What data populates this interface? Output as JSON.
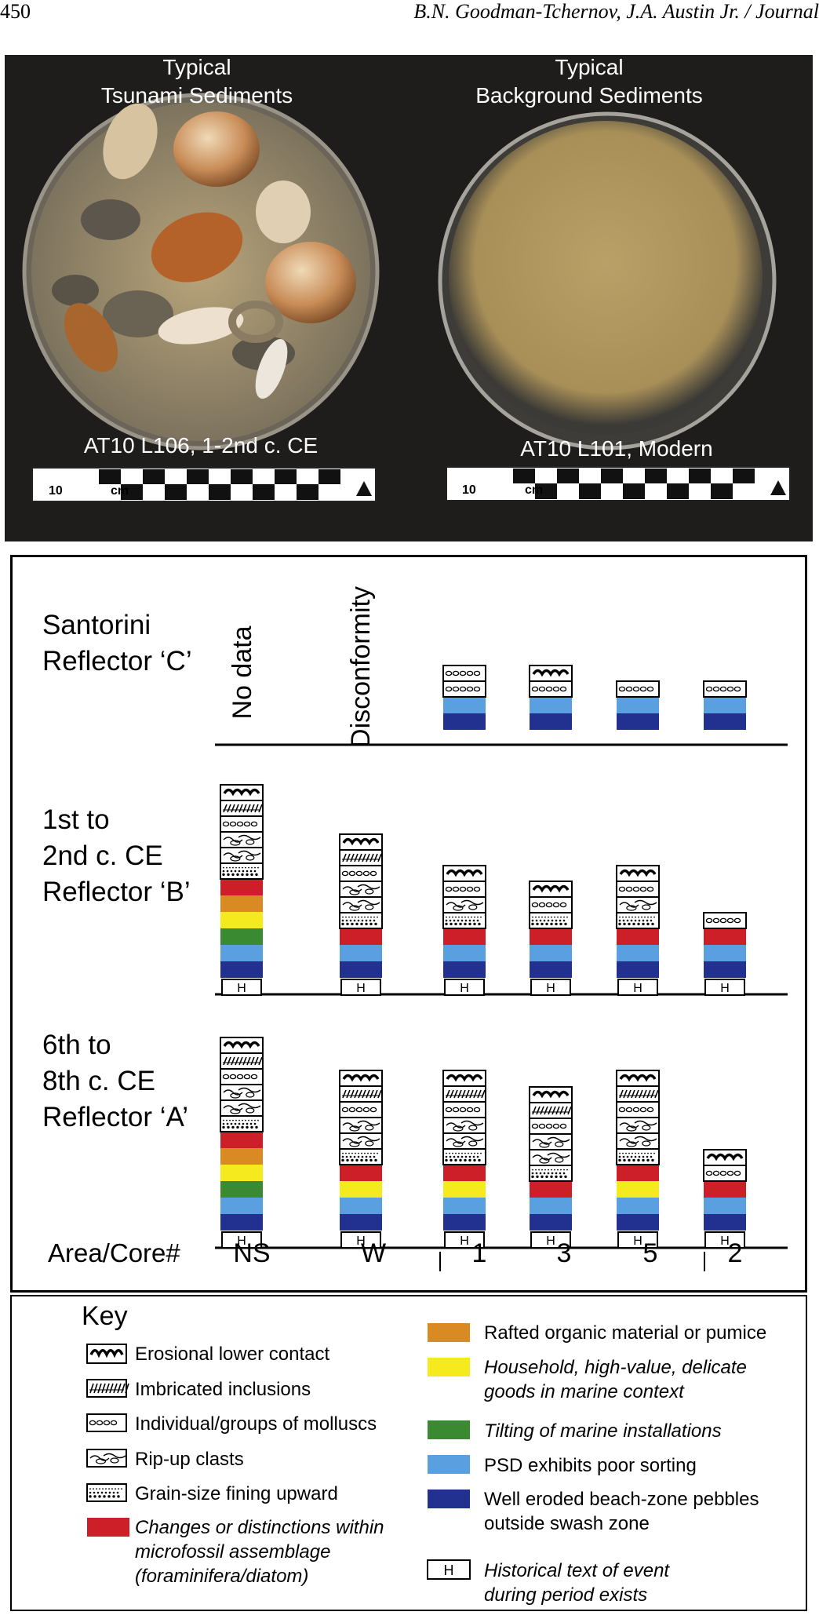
{
  "header": {
    "page_number": "450",
    "authors": "B.N. Goodman-Tchernov, J.A. Austin Jr. / Journal"
  },
  "photo_panel": {
    "left": {
      "title_line1": "Typical",
      "title_line2": "Tsunami Sediments",
      "caption": "AT10 L106, 1-2nd c. CE",
      "scale_start": "10",
      "scale_unit": "cm"
    },
    "right": {
      "title_line1": "Typical",
      "title_line2": "Background Sediments",
      "caption": "AT10 L101, Modern",
      "scale_start": "10",
      "scale_unit": "cm"
    }
  },
  "strat_panel": {
    "reflectors": [
      {
        "line1": "Santorini",
        "line2": "Reflector ‘C’",
        "line3": ""
      },
      {
        "line1": "1st to",
        "line2": "2nd c. CE",
        "line3": "Reflector ‘B’"
      },
      {
        "line1": "6th to",
        "line2": "8th c. CE",
        "line3": "Reflector ‘A’"
      }
    ],
    "no_data_label": "No data",
    "disconformity_label": "Disconformity",
    "historical_symbol": "H",
    "area_core_label": "Area/Core#",
    "columns": [
      "NS",
      "W",
      "1",
      "3",
      "5",
      "2"
    ]
  },
  "colors": {
    "red": "#cc1f27",
    "orange": "#d98a23",
    "yellow": "#f5ea1e",
    "green": "#3a8a32",
    "light_blue": "#5aa0e0",
    "navy": "#22318f"
  },
  "key": {
    "title": "Key",
    "left_items": [
      {
        "symbol": "wave",
        "text": "Erosional lower contact"
      },
      {
        "symbol": "hatch",
        "text": "Imbricated inclusions"
      },
      {
        "symbol": "ovals",
        "text": "Individual/groups of molluscs"
      },
      {
        "symbol": "clasts",
        "text": "Rip-up clasts"
      },
      {
        "symbol": "dots",
        "text": "Grain-size fining upward"
      },
      {
        "symbol": "red",
        "text_line1": "Changes or distinctions within",
        "text_line2": "microfossil assemblage",
        "text_line3": "(foraminifera/diatom)"
      }
    ],
    "right_items": [
      {
        "symbol": "orange",
        "text_line1": "Rafted organic material or pumice"
      },
      {
        "symbol": "yellow",
        "text_line1": "Household, high-value, delicate",
        "text_line2": "goods in marine context"
      },
      {
        "symbol": "green",
        "text_line1": "Tilting of marine installations"
      },
      {
        "symbol": "light_blue",
        "text_line1": "PSD exhibits poor sorting"
      },
      {
        "symbol": "navy",
        "text_line1": "Well eroded beach-zone pebbles",
        "text_line2": "outside swash zone"
      },
      {
        "symbol": "H",
        "text_line1": "Historical text of event",
        "text_line2": "during period exists"
      }
    ]
  }
}
